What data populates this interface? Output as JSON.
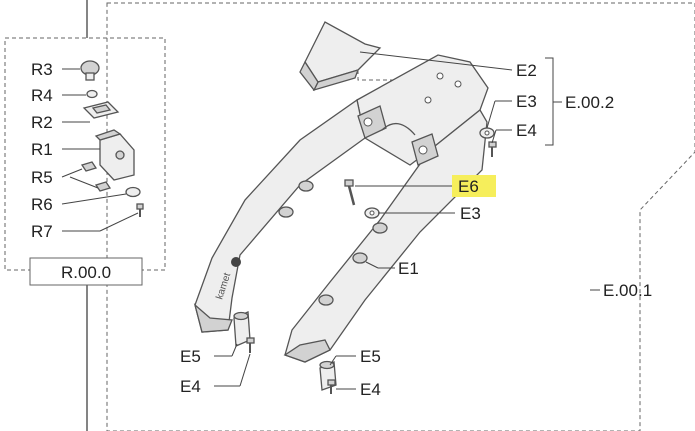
{
  "highlight_color": "#f6ee5b",
  "labels": {
    "r3": "R3",
    "r4": "R4",
    "r2": "R2",
    "r1": "R1",
    "r5": "R5",
    "r6": "R6",
    "r7": "R7",
    "r_assembly": "R.00.0",
    "e2": "E2",
    "e3_top": "E3",
    "e4_top": "E4",
    "e_sub": "E.00.2",
    "e6": "E6",
    "e3_mid": "E3",
    "e1": "E1",
    "e_main": "E.00.1",
    "e5_left": "E5",
    "e4_left": "E4",
    "e5_right": "E5",
    "e4_right": "E4"
  },
  "frame_text": "kamet"
}
